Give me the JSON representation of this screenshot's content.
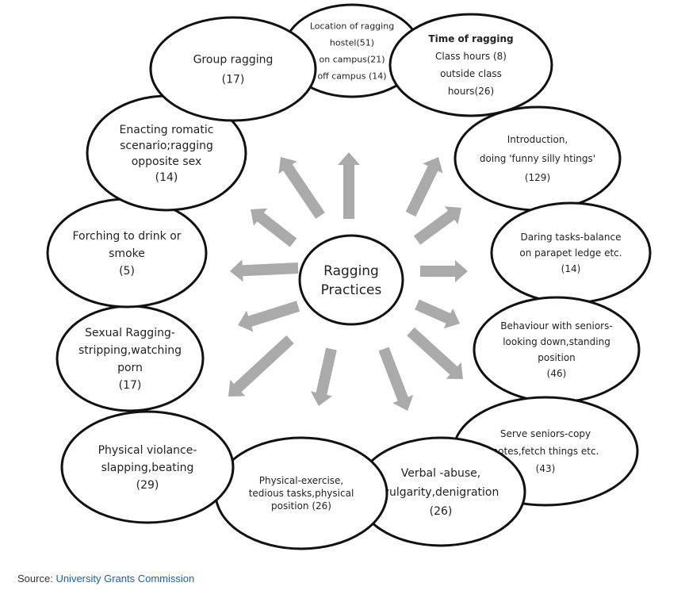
{
  "center": {
    "lines": [
      "Ragging",
      "Practices"
    ]
  },
  "nodes": [
    {
      "id": "location",
      "lines": [
        "Location of ragging",
        "hostel(51)",
        "on campus(21)",
        "off campus (14)"
      ]
    },
    {
      "id": "time",
      "lines": [
        "Time of ragging",
        "Class hours (8)",
        "outside class",
        "hours(26)"
      ]
    },
    {
      "id": "introduction",
      "lines": [
        "Introduction,",
        "doing 'funny silly htings'",
        "(129)"
      ]
    },
    {
      "id": "daring-tasks",
      "lines": [
        "Daring tasks-balance",
        "on parapet ledge etc.",
        "(14)"
      ]
    },
    {
      "id": "behaviour-seniors",
      "lines": [
        "Behaviour with seniors-",
        "looking down,standing",
        "position",
        "(46)"
      ]
    },
    {
      "id": "serve-seniors",
      "lines": [
        "Serve seniors-copy",
        "notes,fetch things etc.",
        "(43)"
      ]
    },
    {
      "id": "verbal-abuse",
      "lines": [
        "Verbal -abuse,",
        "vulgarity,denigration",
        "(26)"
      ]
    },
    {
      "id": "physical-exercise",
      "lines": [
        "Physical-exercise,",
        "tedious tasks,physical",
        "position (26)"
      ]
    },
    {
      "id": "physical-violence",
      "lines": [
        "Physical violance-",
        "slapping,beating",
        "(29)"
      ]
    },
    {
      "id": "sexual-ragging",
      "lines": [
        "Sexual Ragging-",
        "stripping,watching",
        "porn",
        "(17)"
      ]
    },
    {
      "id": "drink-smoke",
      "lines": [
        "Forching to drink or",
        "smoke",
        "(5)"
      ]
    },
    {
      "id": "romantic-scenario",
      "lines": [
        "Enacting  romatic",
        "scenario;ragging",
        "opposite sex",
        "(14)"
      ]
    },
    {
      "id": "group-ragging",
      "lines": [
        "Group ragging",
        "(17)"
      ]
    }
  ],
  "source": {
    "label": "Source:",
    "name": "University Grants Commission"
  },
  "colors": {
    "arrow": "#aaaaaa",
    "stroke": "#111111",
    "link": "#1f5fa8"
  }
}
